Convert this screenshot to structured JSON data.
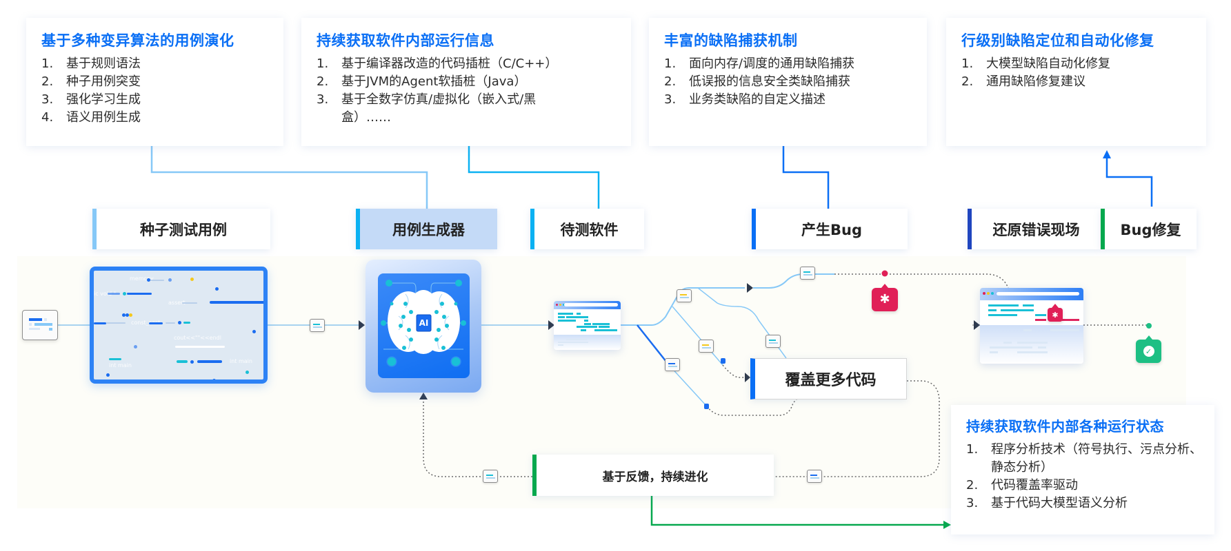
{
  "info_boxes": [
    {
      "title": "基于多种变异算法的用例演化",
      "items": [
        {
          "num": "1.",
          "text": "基于规则语法"
        },
        {
          "num": "2.",
          "text": "种子用例突变"
        },
        {
          "num": "3.",
          "text": "强化学习生成"
        },
        {
          "num": "4.",
          "text": "语义用例生成"
        }
      ]
    },
    {
      "title": "持续获取软件内部运行信息",
      "items": [
        {
          "num": "1.",
          "text": "基于编译器改造的代码插桩（C/C++）"
        },
        {
          "num": "2.",
          "text": "基于JVM的Agent软插桩（Java）"
        },
        {
          "num": "3.",
          "text": "基于全数字仿真/虚拟化（嵌入式/黑盒）……"
        }
      ]
    },
    {
      "title": "丰富的缺陷捕获机制",
      "items": [
        {
          "num": "1.",
          "text": "面向内存/调度的通用缺陷捕获"
        },
        {
          "num": "2.",
          "text": "低误报的信息安全类缺陷捕获"
        },
        {
          "num": "3.",
          "text": "业务类缺陷的自定义描述"
        }
      ]
    },
    {
      "title": "行级别缺陷定位和自动化修复",
      "items": [
        {
          "num": "1.",
          "text": "大模型缺陷自动化修复"
        },
        {
          "num": "2.",
          "text": "通用缺陷修复建议"
        }
      ]
    },
    {
      "title": "持续获取软件内部各种运行状态",
      "items": [
        {
          "num": "1.",
          "text": "程序分析技术（符号执行、污点分析、静态分析）"
        },
        {
          "num": "2.",
          "text": "代码覆盖率驱动"
        },
        {
          "num": "3.",
          "text": "基于代码大模型语义分析"
        }
      ]
    }
  ],
  "stage_labels": [
    {
      "label": "种子测试用例",
      "accent": "#86c8f7"
    },
    {
      "label": "用例生成器",
      "accent": "#0bb1f2"
    },
    {
      "label": "待测软件",
      "accent": "#0bb1f2"
    },
    {
      "label": "产生Bug",
      "accent": "#0a6ff5"
    },
    {
      "label": "还原错误现场",
      "accent": "#1f45bf"
    },
    {
      "label": "Bug修复",
      "accent": "#06a84e"
    }
  ],
  "flow_boxes": {
    "coverage": {
      "label": "覆盖更多代码",
      "accent": "#0a6ff5"
    },
    "feedback": {
      "label": "基于反馈，持续进化",
      "accent": "#06a84e"
    }
  },
  "seed_panel_code": {
    "t1": "memcpy",
    "t2": "ic void *",
    "t3": "assert",
    "t4": "const_cast",
    "t5": "cout<<\"\"<<endl",
    "t6": "int main",
    "t7": "int main"
  },
  "ai_chip": {
    "label": "AI"
  },
  "icons": {
    "bug": "bug-icon",
    "check": "check-circle-icon",
    "file": "file-folder-icon",
    "brain": "ai-brain-icon"
  },
  "colors": {
    "title_blue": "#0a6ff5",
    "line_light_blue": "#86c8f7",
    "line_cyan": "#0bb1f2",
    "line_blue": "#0a6ff5",
    "bug_red": "#e01f57",
    "ok_green": "#1dbf84",
    "feedback_green": "#06a84e"
  }
}
